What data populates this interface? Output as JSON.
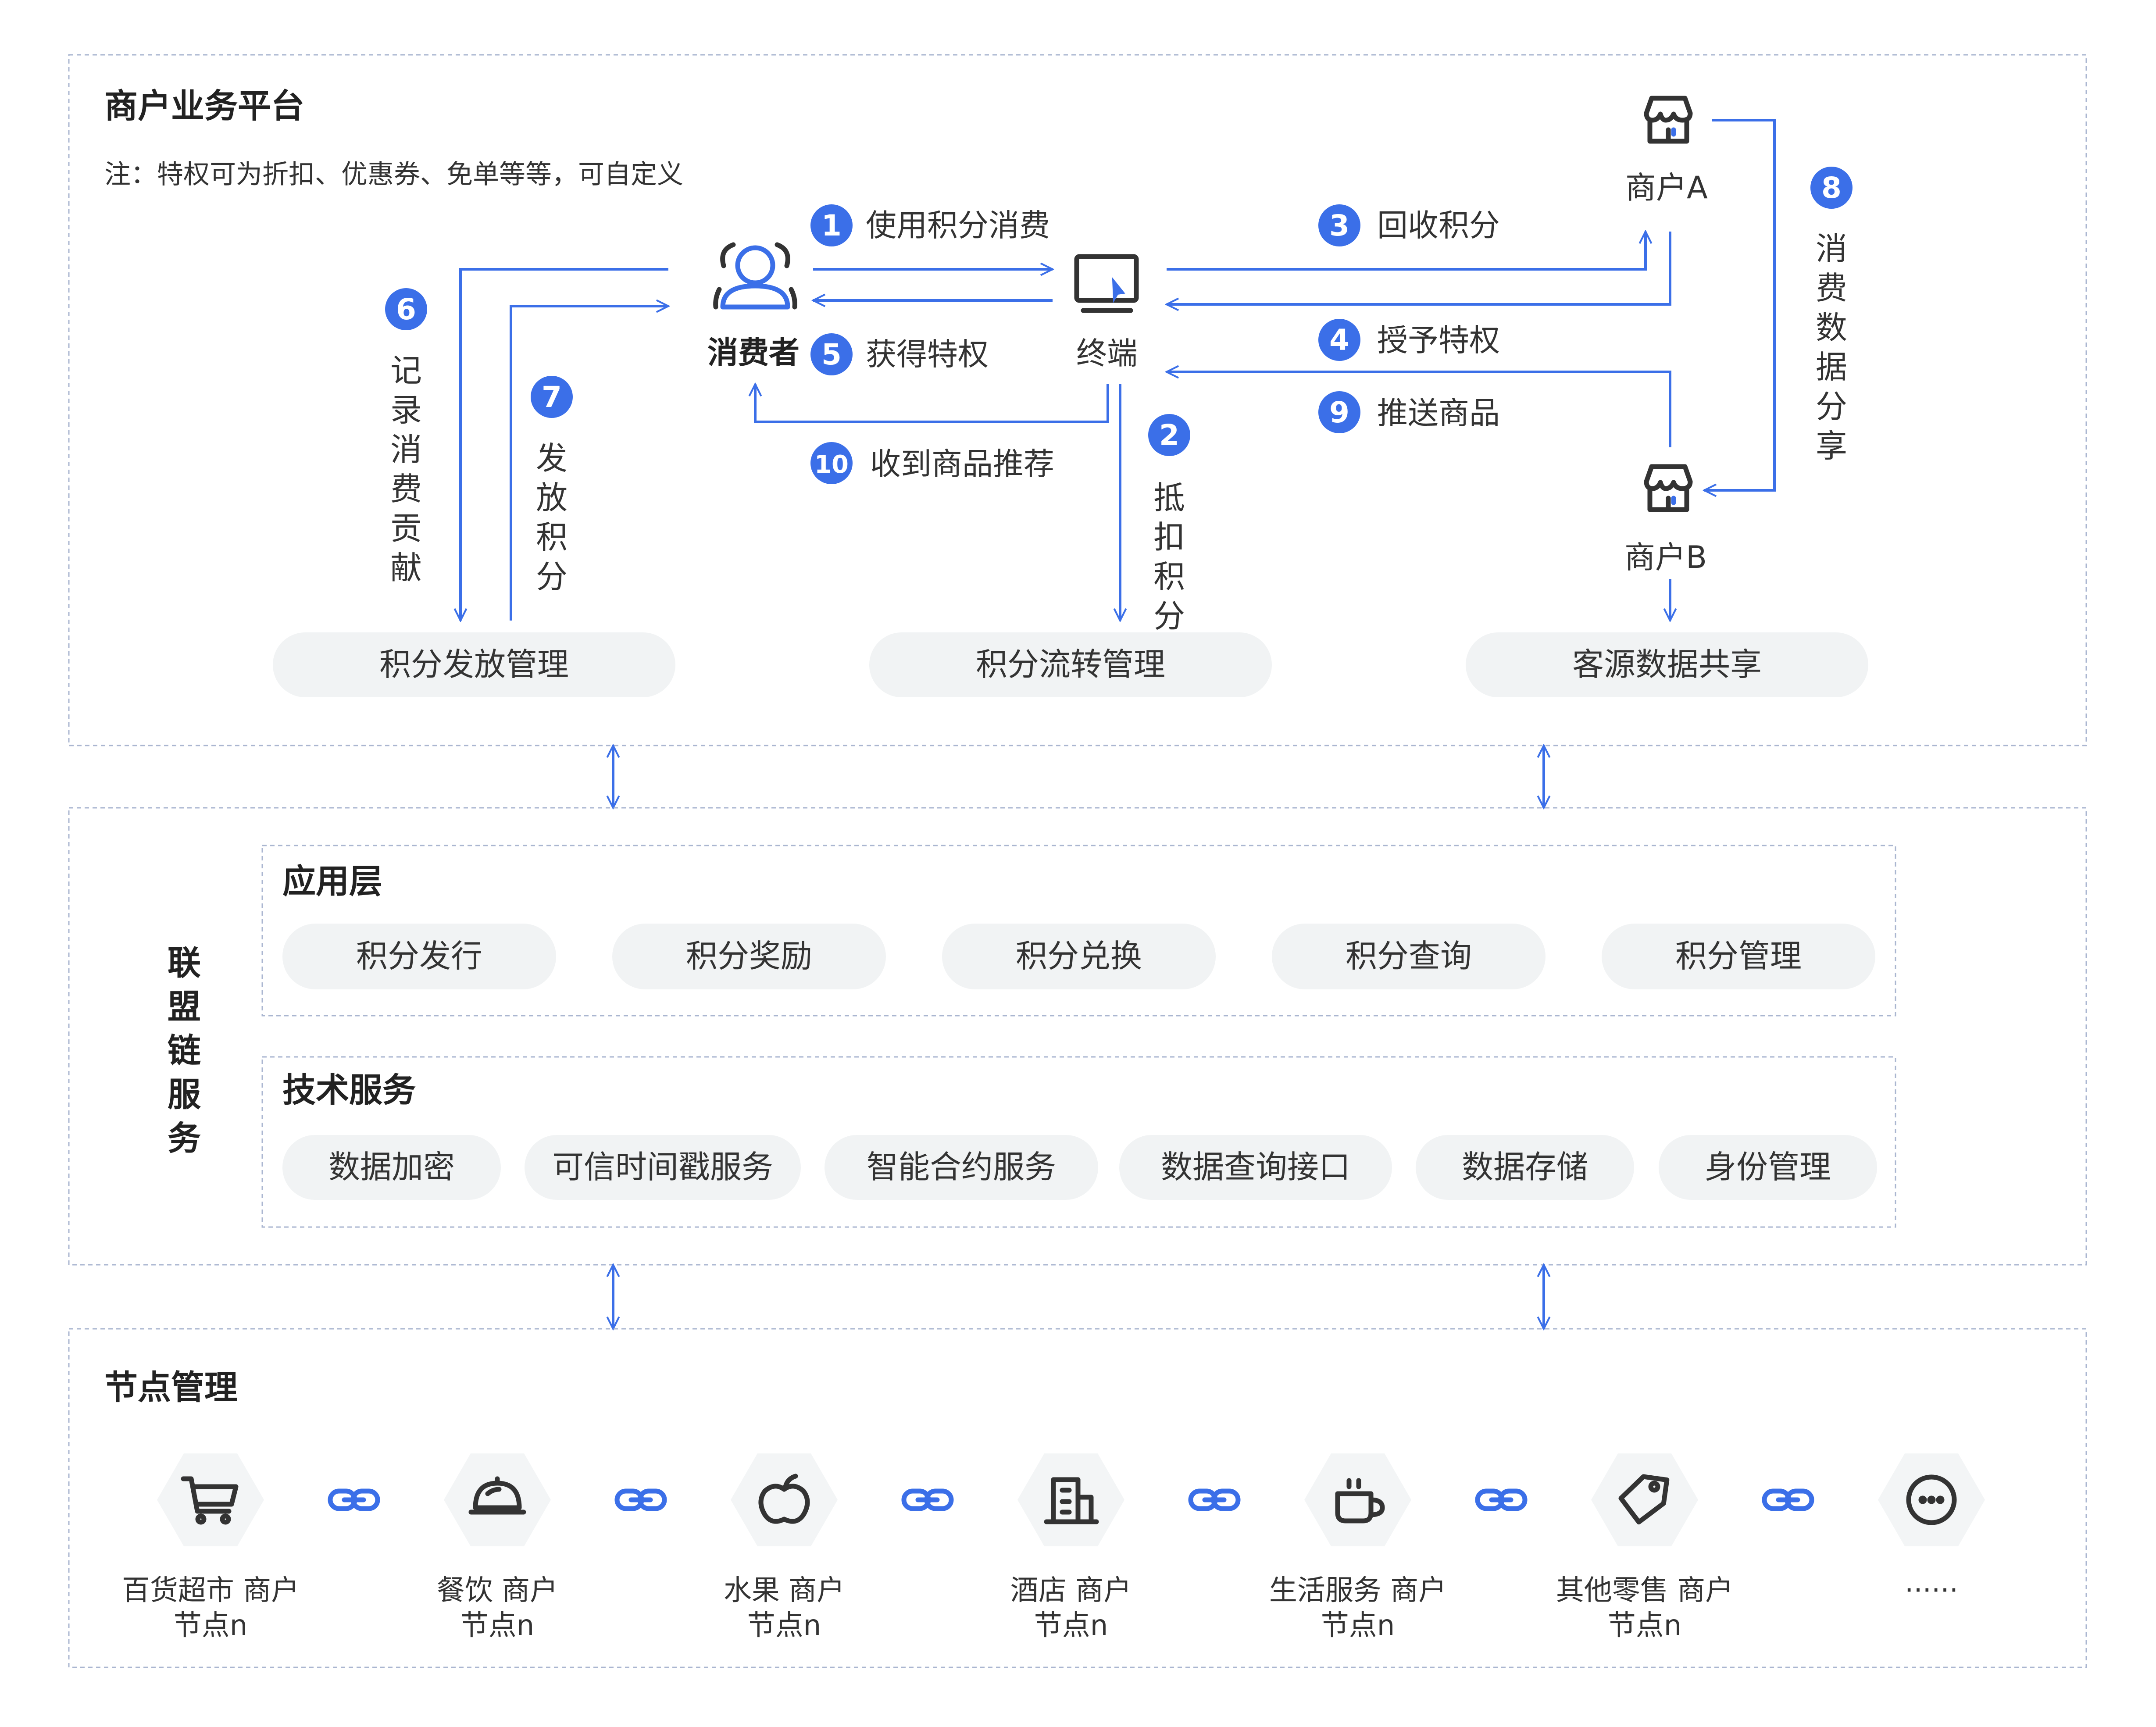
{
  "platform": {
    "title": "商户业务平台",
    "note": "注：特权可为折扣、优惠券、免单等等，可自定义",
    "consumer_label": "消费者",
    "terminal_label": "终端",
    "merchant_a_label": "商户A",
    "merchant_b_label": "商户B",
    "steps": [
      {
        "num": "1",
        "text": "使用积分消费"
      },
      {
        "num": "2",
        "text": "抵扣积分"
      },
      {
        "num": "3",
        "text": "回收积分"
      },
      {
        "num": "4",
        "text": "授予特权"
      },
      {
        "num": "5",
        "text": "获得特权"
      },
      {
        "num": "6",
        "text": "记录消费贡献"
      },
      {
        "num": "7",
        "text": "发放积分"
      },
      {
        "num": "8",
        "text": "消费数据分享"
      },
      {
        "num": "9",
        "text": "推送商品"
      },
      {
        "num": "10",
        "text": "收到商品推荐"
      }
    ],
    "modules": [
      "积分发放管理",
      "积分流转管理",
      "客源数据共享"
    ]
  },
  "alliance": {
    "title": "联盟链服务",
    "app_layer": {
      "title": "应用层",
      "items": [
        "积分发行",
        "积分奖励",
        "积分兑换",
        "积分查询",
        "积分管理"
      ]
    },
    "tech_service": {
      "title": "技术服务",
      "items": [
        "数据加密",
        "可信时间戳服务",
        "智能合约服务",
        "数据查询接口",
        "数据存储",
        "身份管理"
      ]
    }
  },
  "nodes": {
    "title": "节点管理",
    "items": [
      {
        "icon": "cart-icon",
        "line1": "百货超市 商户",
        "line2": "节点n"
      },
      {
        "icon": "dining-cloche-icon",
        "line1": "餐饮 商户",
        "line2": "节点n"
      },
      {
        "icon": "apple-icon",
        "line1": "水果 商户",
        "line2": "节点n"
      },
      {
        "icon": "building-icon",
        "line1": "酒店 商户",
        "line2": "节点n"
      },
      {
        "icon": "coffee-cup-icon",
        "line1": "生活服务 商户",
        "line2": "节点n"
      },
      {
        "icon": "price-tag-icon",
        "line1": "其他零售 商户",
        "line2": "节点n"
      },
      {
        "icon": "more-icon",
        "line1": "······",
        "line2": ""
      }
    ],
    "link_icon": "link-icon"
  },
  "colors": {
    "accent": "#3b6fe8",
    "pill_bg": "#f1f3f4",
    "dashed_border": "#aab6d0",
    "text": "#333333"
  }
}
